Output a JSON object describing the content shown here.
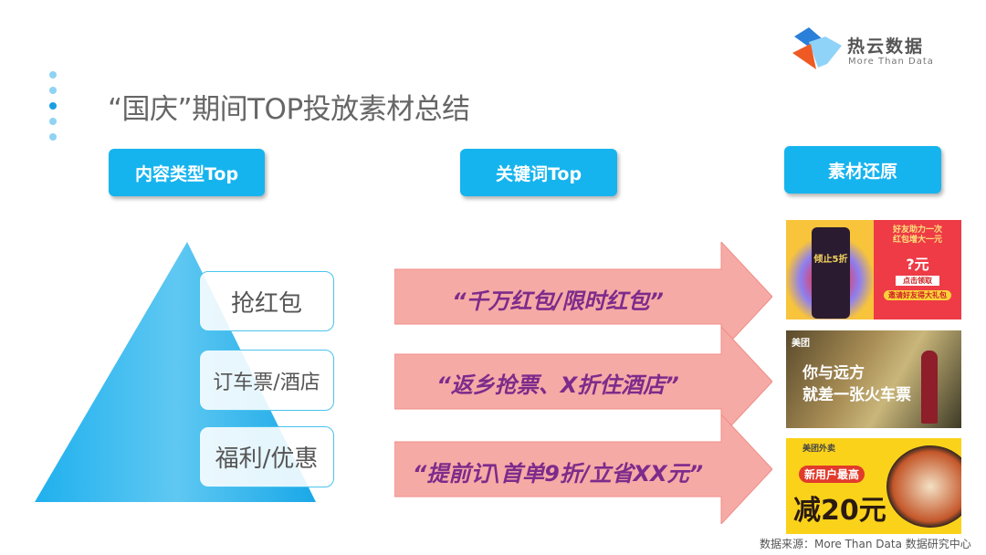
{
  "logo": {
    "name": "热云数据",
    "tagline": "More Than Data"
  },
  "title": "“国庆”期间TOP投放素材总结",
  "headers": [
    "内容类型Top",
    "关键词Top",
    "素材还原"
  ],
  "pyramid": [
    "抢红包",
    "订车票/酒店",
    "福利/优惠"
  ],
  "keywords": [
    "“千万红包/限时红包”",
    "“返乡抢票、X折住酒店”",
    "“提前订\\首单9折/立省XX元”"
  ],
  "ads": [
    {
      "left": "倾止5折",
      "right": "好友助力一次\n红包增大一元",
      "amount": "?元",
      "button": "点击领取",
      "cta": "邀请好友得大礼包"
    },
    {
      "brand": "美团",
      "line1": "你与远方",
      "line2": "就差一张火车票"
    },
    {
      "brand": "美团外卖",
      "tag": "新用户最高",
      "offer": "减20元"
    }
  ],
  "source": "数据来源：More Than Data 数据研究中心",
  "colors": {
    "accent": "#16b4ee",
    "arrow": "#f6aaa5",
    "keyword": "#7d2b8b"
  }
}
